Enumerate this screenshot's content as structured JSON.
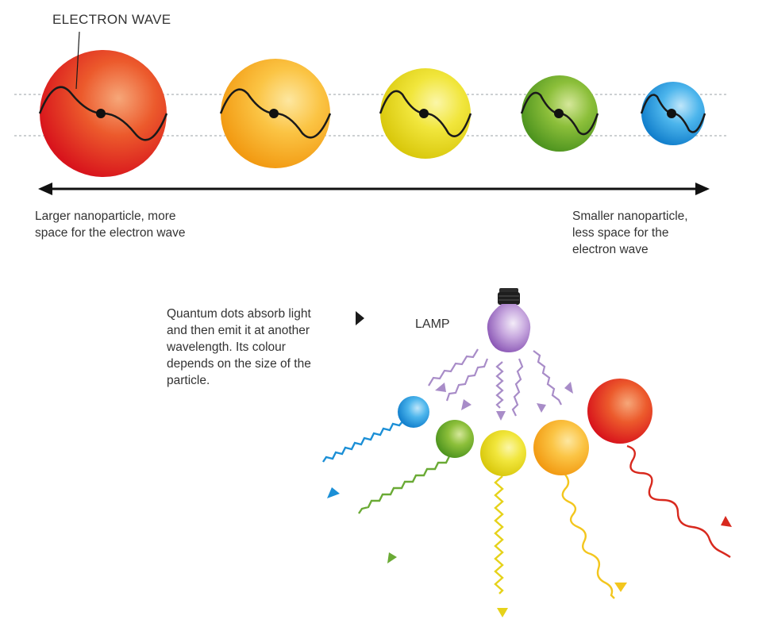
{
  "labels": {
    "electron_wave": "ELECTRON WAVE",
    "larger": "Larger nanoparticle, more\nspace for the electron wave",
    "smaller": "Smaller nanoparticle,\nless space for the\nelectron wave",
    "description": "Quantum dots absorb light\nand then emit it at another\nwavelength. Its colour\ndepends on the size of the\nparticle.",
    "lamp": "LAMP"
  },
  "colors": {
    "red": "#e2231a",
    "orange": "#f7a51c",
    "yellow": "#e8d90c",
    "green": "#5fa528",
    "blue": "#1b8fd6",
    "lamp_violet": "#8e5cb8",
    "absorbed_light": "#a78bc7"
  },
  "icons": [
    "arrow-right-icon",
    "lightbulb-icon"
  ]
}
